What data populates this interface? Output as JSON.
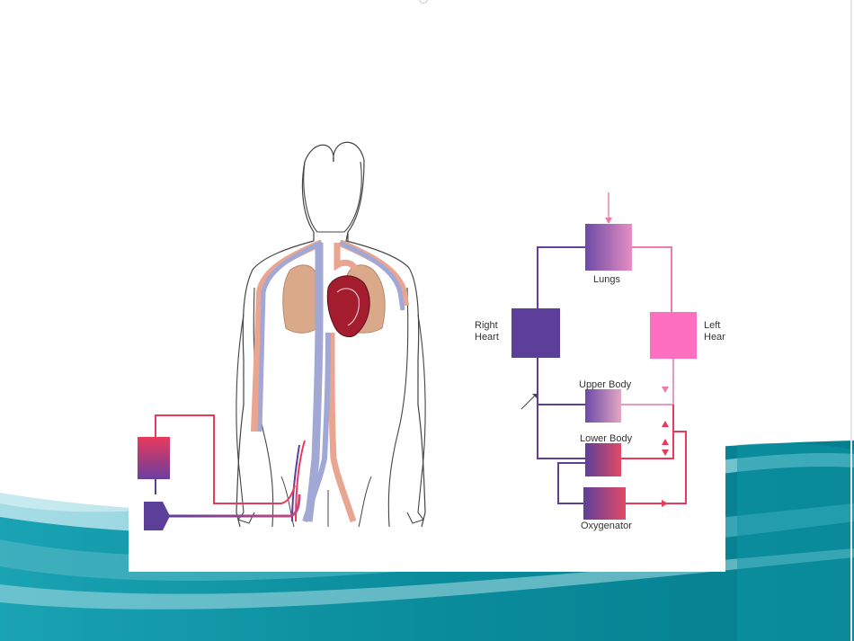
{
  "colors": {
    "deoxygenated": "#5b3f98",
    "oxygenated": "#e83a5a",
    "left_heart": "#ff6fbf",
    "teal": "#0b8fa0"
  },
  "labels": {
    "lungs": "Lungs",
    "right_heart": "Right\nHeart",
    "left_heart": "Left\nHear",
    "upper_body": "Upper Body",
    "lower_body": "Lower Body",
    "oxygenator": "Oxygenator"
  }
}
